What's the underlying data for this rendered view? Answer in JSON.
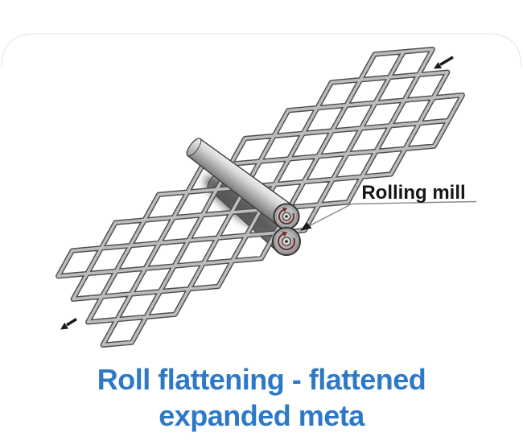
{
  "figure": {
    "rolling_mill_label": "Rolling mill",
    "caption": {
      "line1": "Roll flattening - flattened",
      "line2": "expanded meta"
    }
  },
  "colors": {
    "caption_blue": "#2e79c7",
    "label_black": "#161616",
    "mesh_dark": "#4f4f4f",
    "mesh_light": "#bdbdbd",
    "arrow_black": "#1a1a1a",
    "rotation_arrow_maroon": "#6e3131",
    "leader_line_gray": "#8a8a8a",
    "card_edge_gray": "#ececec"
  },
  "icons": {
    "feed_in": "arrow-down-left-icon",
    "feed_out": "arrow-down-left-icon",
    "leader": "label-leader-arrow-icon",
    "roller_rotation": "circular-rotation-arrow-icon"
  }
}
